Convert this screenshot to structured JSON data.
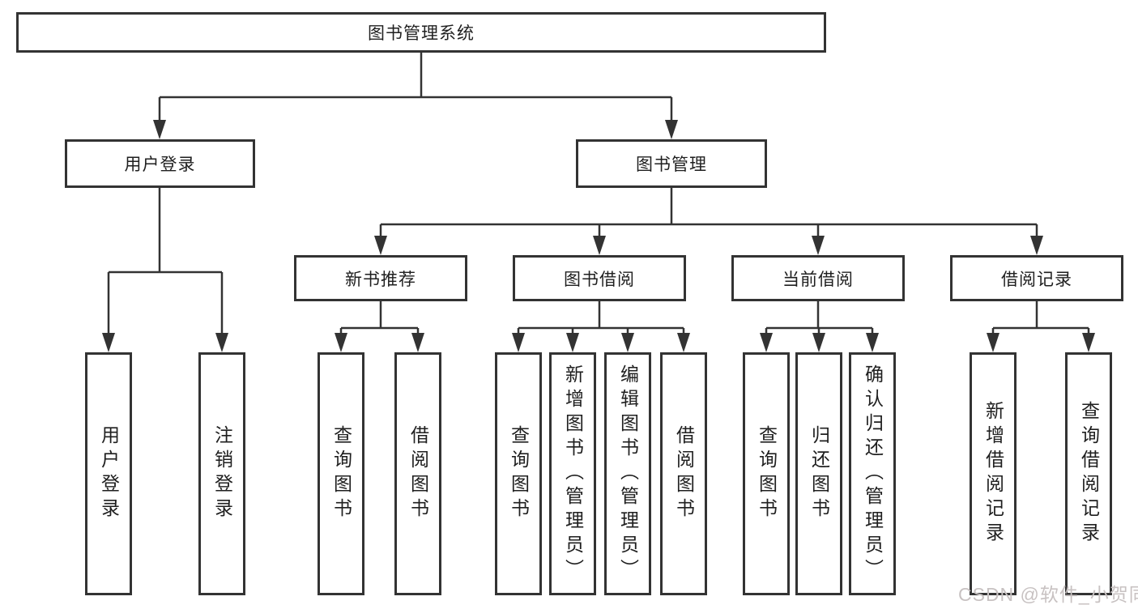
{
  "root": {
    "label": "图书管理系统"
  },
  "user_login": {
    "label": "用户登录",
    "children": {
      "login": {
        "label": "用户登录"
      },
      "logout": {
        "label": "注销登录"
      }
    }
  },
  "book_management": {
    "label": "图书管理",
    "new_book_recommend": {
      "label": "新书推荐",
      "children": {
        "query_books": {
          "label": "查询图书"
        },
        "borrow_books": {
          "label": "借阅图书"
        }
      }
    },
    "book_borrowing": {
      "label": "图书借阅",
      "children": {
        "query_books": {
          "label": "查询图书"
        },
        "add_books": {
          "label": "新增图书（管理员）"
        },
        "edit_books": {
          "label": "编辑图书（管理员）"
        },
        "borrow_books": {
          "label": "借阅图书"
        }
      }
    },
    "current_borrowing": {
      "label": "当前借阅",
      "children": {
        "query_books": {
          "label": "查询图书"
        },
        "return_books": {
          "label": "归还图书"
        },
        "confirm_return": {
          "label": "确认归还（管理员）"
        }
      }
    },
    "borrowing_records": {
      "label": "借阅记录",
      "children": {
        "add_record": {
          "label": "新增借阅记录"
        },
        "query_record": {
          "label": "查询借阅记录"
        }
      }
    }
  },
  "watermark": {
    "text": "CSDN @软件_小贺同学"
  },
  "colors": {
    "line": "#333333",
    "box_border": "#333333",
    "text": "#1f1f1f",
    "watermark": "#c8c2c2",
    "background": "#ffffff"
  }
}
